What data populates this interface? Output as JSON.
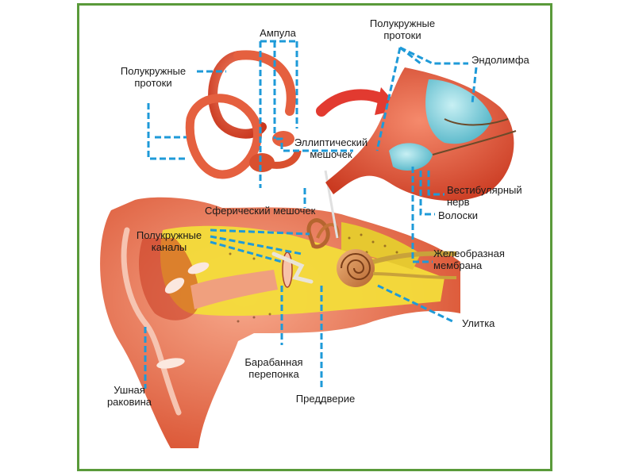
{
  "labels": {
    "semicircular_ducts_left": "Полукружные\nпротоки",
    "ampulla": "Ампула",
    "semicircular_ducts_right": "Полукружные\nпротоки",
    "endolymph": "Эндолимфа",
    "elliptical_sac": "Эллиптический\nмешочек",
    "vestibular_nerve": "Вестибулярный\nнерв",
    "hairs": "Волоски",
    "spherical_sac": "Сферический мешочек",
    "semicircular_canals": "Полукружные\nканалы",
    "gelatinous_membrane": "Желеобразная\nмембрана",
    "cochlea": "Улитка",
    "eardrum": "Барабанная\nперепонка",
    "auricle": "Ушная\nраковина",
    "vestibule": "Преддверие"
  },
  "colors": {
    "frame": "#5a9a3a",
    "leader": "#1e9ad8",
    "tissue": "#e8644a",
    "bone": "#f3dc3a",
    "fluid": "#7fd0dc"
  }
}
